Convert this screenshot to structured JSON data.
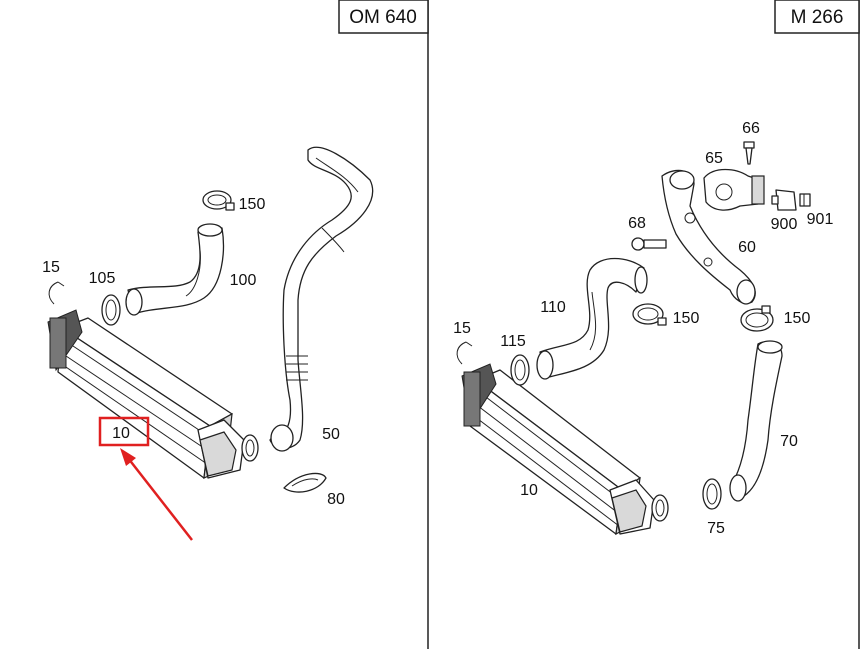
{
  "panels": [
    {
      "header": "OM 640",
      "labels": [
        "15",
        "105",
        "150",
        "100",
        "10",
        "50",
        "80"
      ]
    },
    {
      "header": "M 266",
      "labels": [
        "66",
        "65",
        "900",
        "901",
        "68",
        "60",
        "110",
        "150",
        "150",
        "15",
        "115",
        "70",
        "10",
        "75"
      ]
    }
  ],
  "highlight": {
    "label": "10",
    "box_color": "#e02020",
    "arrow_color": "#e02020"
  }
}
